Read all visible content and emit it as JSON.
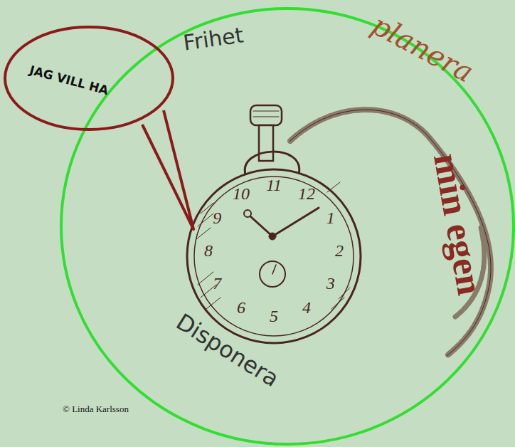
{
  "diagram": {
    "nodes": [
      {
        "text": [
          "Frihet",
          "planera",
          "min egen",
          "Disponera"
        ]
      },
      {
        "text": [
          "JAG VILL HA"
        ]
      }
    ],
    "labels": [
      "12",
      "1",
      "2",
      "3",
      "4",
      "5",
      "6",
      "7",
      "8",
      "9",
      "10",
      "11",
      "© Linda Karlsson"
    ]
  }
}
